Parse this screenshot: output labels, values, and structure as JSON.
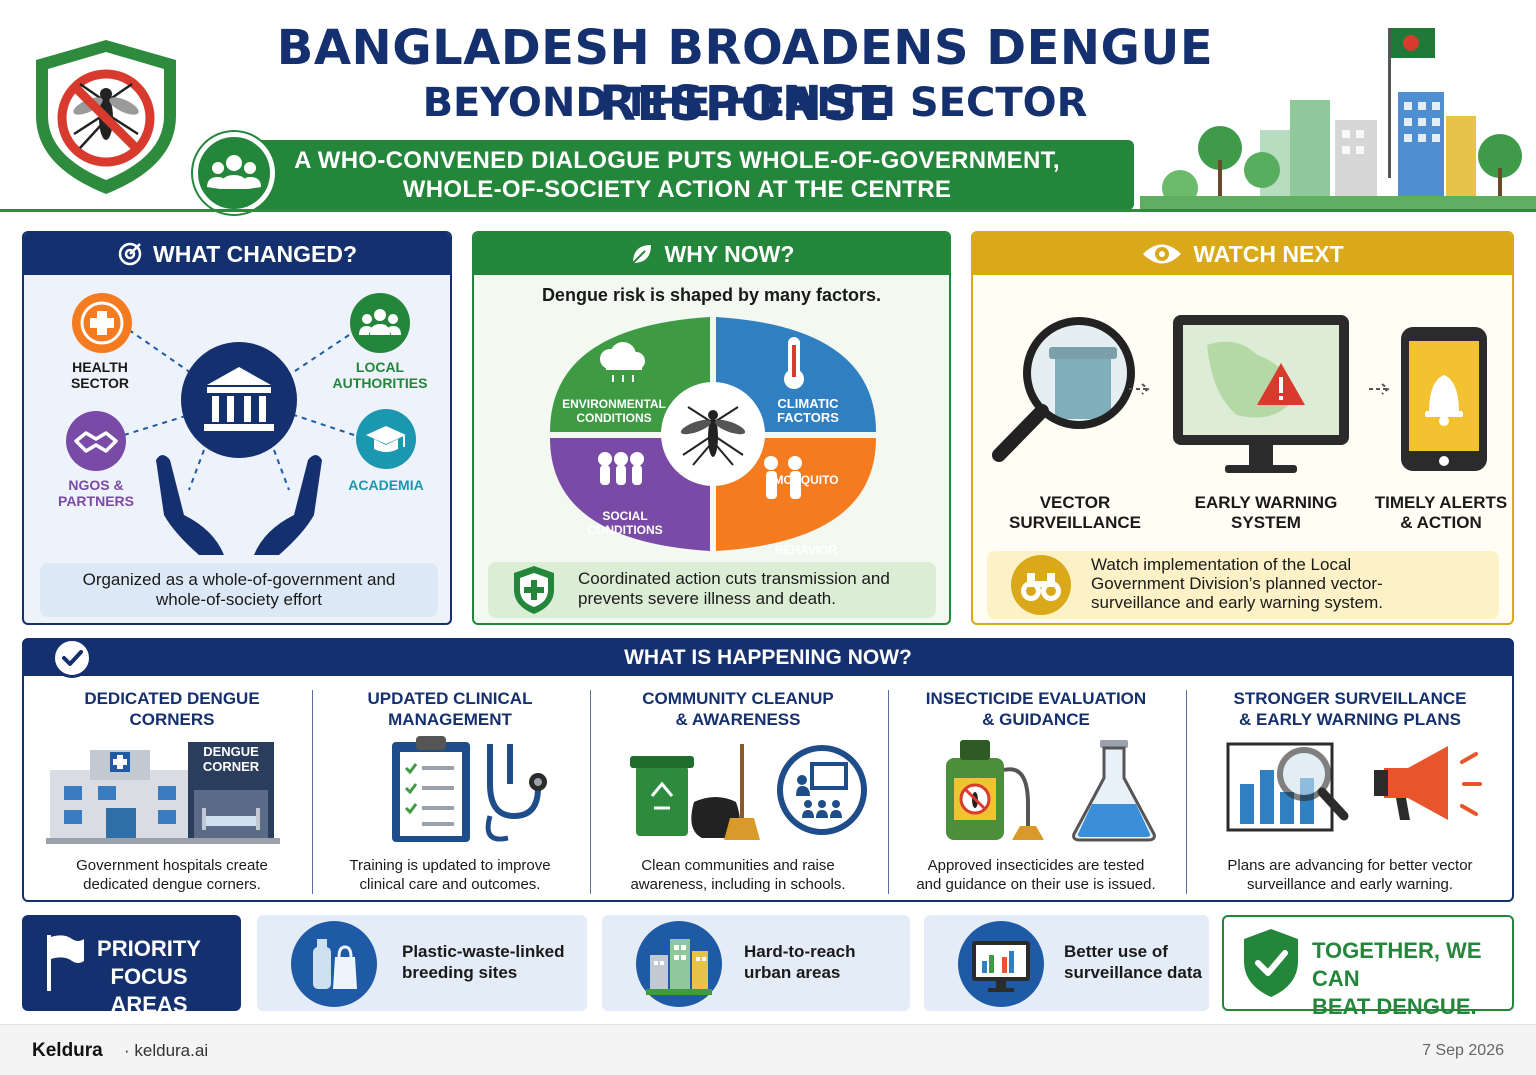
{
  "header": {
    "title_line1": "BANGLADESH BROADENS DENGUE RESPONSE",
    "title_line2": "BEYOND THE HEALTH SECTOR",
    "subtitle_line1": "A WHO-CONVENED DIALOGUE PUTS WHOLE-OF-GOVERNMENT,",
    "subtitle_line2": "WHOLE-OF-SOCIETY ACTION AT THE CENTRE"
  },
  "what_changed": {
    "heading": "WHAT CHANGED?",
    "nodes": {
      "health": "HEALTH\nSECTOR",
      "local": "LOCAL\nAUTHORITIES",
      "ngos": "NGOS &\nPARTNERS",
      "academia": "ACADEMIA"
    },
    "summary": "Organized as a whole-of-government and whole-of-society effort"
  },
  "why_now": {
    "heading": "WHY NOW?",
    "intro": "Dengue risk is shaped by many factors.",
    "factors": {
      "environmental": "ENVIRONMENTAL\nCONDITIONS",
      "climatic": "CLIMATIC\nFACTORS",
      "social": "SOCIAL\nCONDITIONS",
      "mosquito": "MOSQUITO\nBEHAVIOR"
    },
    "summary": "Coordinated action cuts transmission and prevents severe illness and death."
  },
  "watch_next": {
    "heading": "WATCH NEXT",
    "steps": {
      "vector": "VECTOR\nSURVEILLANCE",
      "early": "EARLY WARNING\nSYSTEM",
      "alerts": "TIMELY ALERTS\n& ACTION"
    },
    "summary": "Watch implementation of the Local Government Division’s planned vector-surveillance and early warning system."
  },
  "happening_now": {
    "heading": "WHAT IS HAPPENING NOW?",
    "columns": [
      {
        "title": "DEDICATED DENGUE\nCORNERS",
        "desc": "Government hospitals create\ndedicated dengue corners.",
        "sign": "DENGUE\nCORNER"
      },
      {
        "title": "UPDATED CLINICAL\nMANAGEMENT",
        "desc": "Training is updated to improve\nclinical care and outcomes."
      },
      {
        "title": "COMMUNITY CLEANUP\n& AWARENESS",
        "desc": "Clean communities and raise\nawareness, including in schools."
      },
      {
        "title": "INSECTICIDE EVALUATION\n& GUIDANCE",
        "desc": "Approved insecticides are tested\nand guidance on their use is issued."
      },
      {
        "title": "STRONGER SURVEILLANCE\n& EARLY WARNING PLANS",
        "desc": "Plans are advancing for better vector\nsurveillance and early warning."
      }
    ]
  },
  "priority": {
    "label": "PRIORITY\nFOCUS AREAS",
    "items": [
      "Plastic-waste-linked\nbreeding sites",
      "Hard-to-reach\nurban areas",
      "Better use of\nsurveillance data"
    ],
    "closing": "TOGETHER, WE CAN\nBEAT DENGUE."
  },
  "footer": {
    "brand": "Keldura",
    "site": "· keldura.ai",
    "date": "7 Sep 2026"
  },
  "colors": {
    "navy": "#15306e",
    "green": "#24863a",
    "gold": "#d9a91a",
    "orange": "#f47b20",
    "purple": "#7a4ba6",
    "teal": "#1b97b0",
    "blue": "#2f7fc1",
    "red": "#d83a2e"
  },
  "icons": [
    "no-mosquito-shield-icon",
    "people-icon",
    "target-icon",
    "leaf-icon",
    "eye-icon",
    "checkmark-icon",
    "flag-icon",
    "binoculars-icon",
    "bell-icon",
    "warning-icon"
  ]
}
